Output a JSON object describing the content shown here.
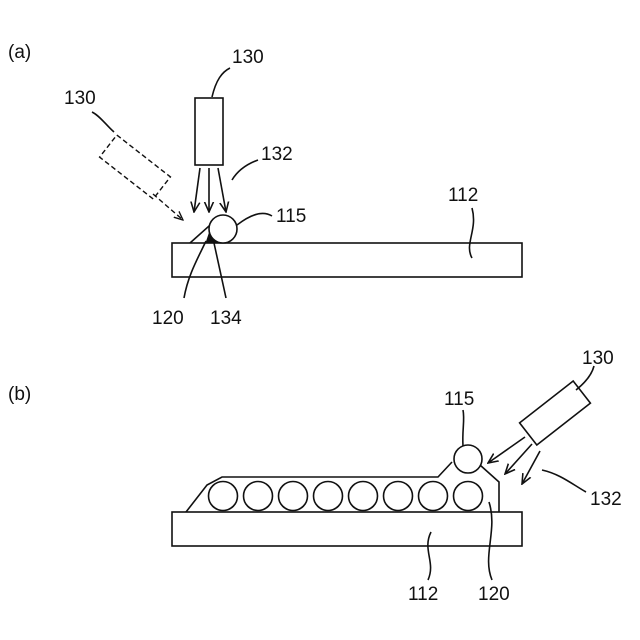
{
  "panel_a": {
    "panel_label": "(a)",
    "labels": {
      "laser_head": "130",
      "laser_head_alt": "130",
      "laser_beam": "132",
      "ball": "115",
      "substrate": "112",
      "guide": "120",
      "melt": "134"
    }
  },
  "panel_b": {
    "panel_label": "(b)",
    "labels": {
      "laser_head": "130",
      "laser_beam": "132",
      "ball": "115",
      "substrate": "112",
      "guide": "120"
    },
    "row_ball_count": 8
  }
}
